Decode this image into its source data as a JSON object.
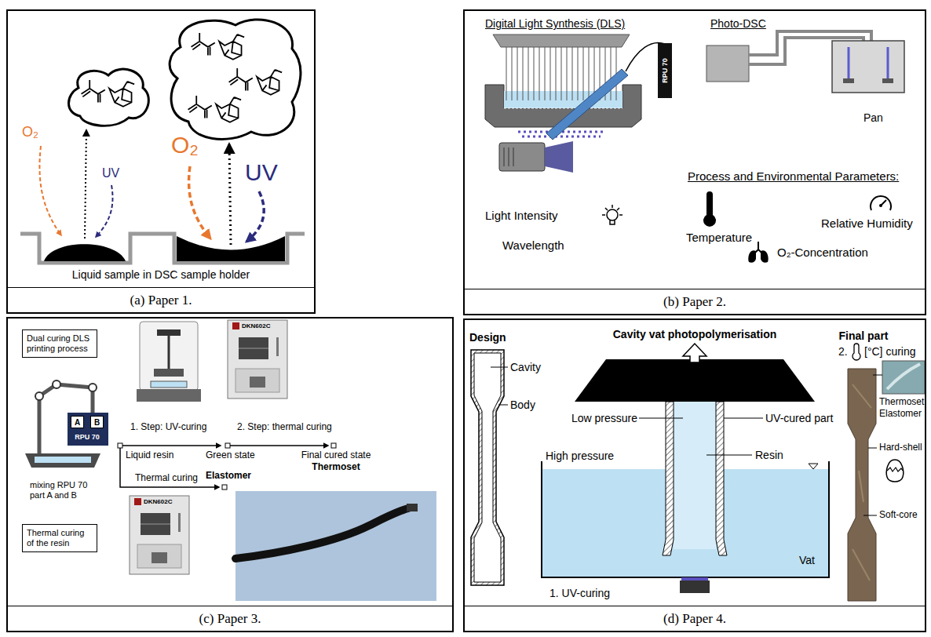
{
  "diagram": {
    "nodes": [
      {
        "text": [
          "(a) Paper 1."
        ]
      },
      {
        "text": [
          "(b) Paper 2."
        ]
      },
      {
        "text": [
          "(c) Paper 3."
        ]
      },
      {
        "text": [
          "Dual curing DLS printing process"
        ],
        "in": 2
      },
      {
        "text": [
          "A"
        ],
        "in": 2
      },
      {
        "text": [
          "B"
        ],
        "in": 2
      },
      {
        "text": [
          "Thermal curing of the resin"
        ],
        "in": 2
      },
      {
        "text": [
          "(d) Paper 4."
        ]
      }
    ],
    "labels": [
      "O₂",
      "UV",
      "O₂",
      "UV",
      "Liquid sample in DSC sample holder",
      "Digital Light Synthesis (DLS)",
      "RPU 70",
      "Photo-DSC",
      "Pan",
      "Process and Environmental Parameters:",
      "Light Intensity",
      "Wavelength",
      "Temperature",
      "Relative Humidity",
      "O₂-Concentration",
      "RPU 70",
      "mixing RPU 70 part A and B",
      "DKN602C",
      "DKN602C",
      "1. Step: UV-curing",
      "2. Step: thermal curing",
      "Liquid resin",
      "Green state",
      "Final cured state",
      "Thermoset",
      "Elastomer",
      "Thermal curing",
      "Design",
      "Cavity",
      "Body",
      "Cavity vat photopolymerisation",
      "Low pressure",
      "High pressure",
      "UV-cured part",
      "Resin",
      "Vat",
      "1. UV-curing",
      "Final part",
      "2.",
      "[°C] curing",
      "Thermoset",
      "Elastomer",
      "Hard-shell",
      "Soft-core"
    ]
  }
}
